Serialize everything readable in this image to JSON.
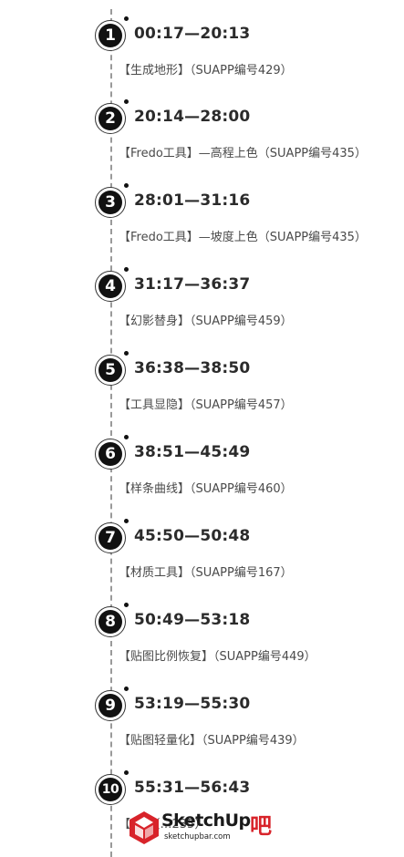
{
  "entries": [
    {
      "number": "1",
      "time": "00:17—20:13",
      "description": "【生成地形】（SUAPP编号429）"
    },
    {
      "number": "2",
      "time": "20:14—28:00",
      "description": "【Fredo工具】—高程上色（SUAPP编号435）"
    },
    {
      "number": "3",
      "time": "28:01—31:16",
      "description": "【Fredo工具】—坡度上色（SUAPP编号435）"
    },
    {
      "number": "4",
      "time": "31:17—36:37",
      "description": "【幻影替身】（SUAPP编号459）"
    },
    {
      "number": "5",
      "time": "36:38—38:50",
      "description": "【工具显隐】（SUAPP编号457）"
    },
    {
      "number": "6",
      "time": "38:51—45:49",
      "description": "【样条曲线】（SUAPP编号460）"
    },
    {
      "number": "7",
      "time": "45:50—50:48",
      "description": "【材质工具】（SUAPP编号167）"
    },
    {
      "number": "8",
      "time": "50:49—53:18",
      "description": "【贴图比例恢复】（SUAPP编号449）"
    },
    {
      "number": "9",
      "time": "53:19—55:30",
      "description": "【贴图轻量化】（SUAPP编号439）"
    },
    {
      "number": "10",
      "time": "55:31—56:43",
      "description": "【…】（…235）"
    }
  ],
  "watermark": {
    "brand": "SketchUp",
    "suffix": "吧",
    "url": "sketchupbar.com"
  },
  "colors": {
    "badge": "#111111",
    "line": "#9a9a9a",
    "time_text": "#2b2b2b",
    "desc_text": "#4a4a4a",
    "logo_red": "#d8232a"
  }
}
